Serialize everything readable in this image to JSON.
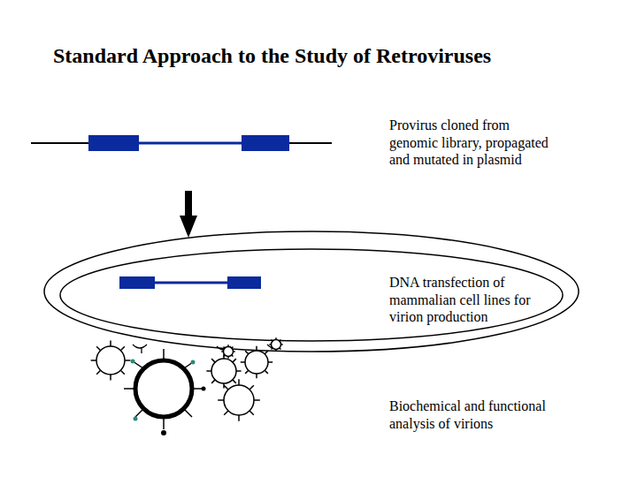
{
  "diagram": {
    "title": "Standard Approach to the Study of Retroviruses",
    "labels": [
      "Provirus cloned from genomic library, propagated and mutated in plasmid",
      "DNA transfection of mammalian cell lines for virion production",
      "Biochemical and functional analysis of virions"
    ]
  }
}
